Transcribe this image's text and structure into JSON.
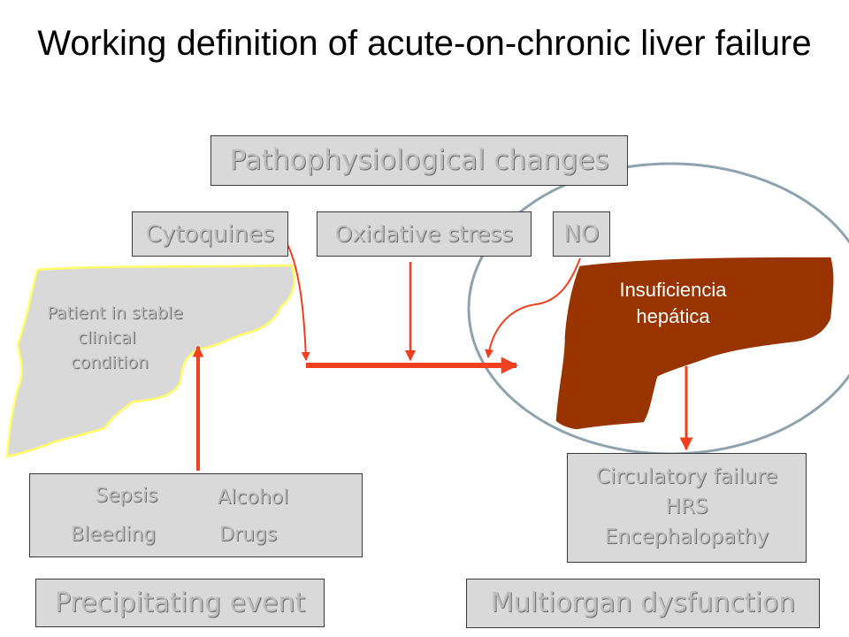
{
  "title": "Working definition of acute-on-chronic liver failure",
  "pathophysiological_changes": "Pathophysiological changes",
  "mediators": {
    "cytoquines": "Cytoquines",
    "oxidative_stress": "Oxidative stress",
    "no": "NO"
  },
  "stable_patient": {
    "line1": "Patient in stable",
    "line2": "clinical",
    "line3": "condition"
  },
  "liver_failure": {
    "line1": "Insuficiencia",
    "line2": "hepática"
  },
  "precipitants": {
    "sepsis": "Sepsis",
    "alcohol": "Alcohol",
    "bleeding": "Bleeding",
    "drugs": "Drugs"
  },
  "precipitating_event": "Precipitating event",
  "organ_failures": {
    "line1": "Circulatory failure",
    "line2": "HRS",
    "line3": "Encephalopathy"
  },
  "multiorgan_dysfunction": "Multiorgan dysfunction",
  "colors": {
    "arrow": "#f04020",
    "liver_failure_fill": "#993300",
    "stable_liver_fill": "#d9d9d9",
    "stable_liver_outline": "#ffff66",
    "circle": "#8fa3ad",
    "box_fill": "#d9d9d9"
  }
}
